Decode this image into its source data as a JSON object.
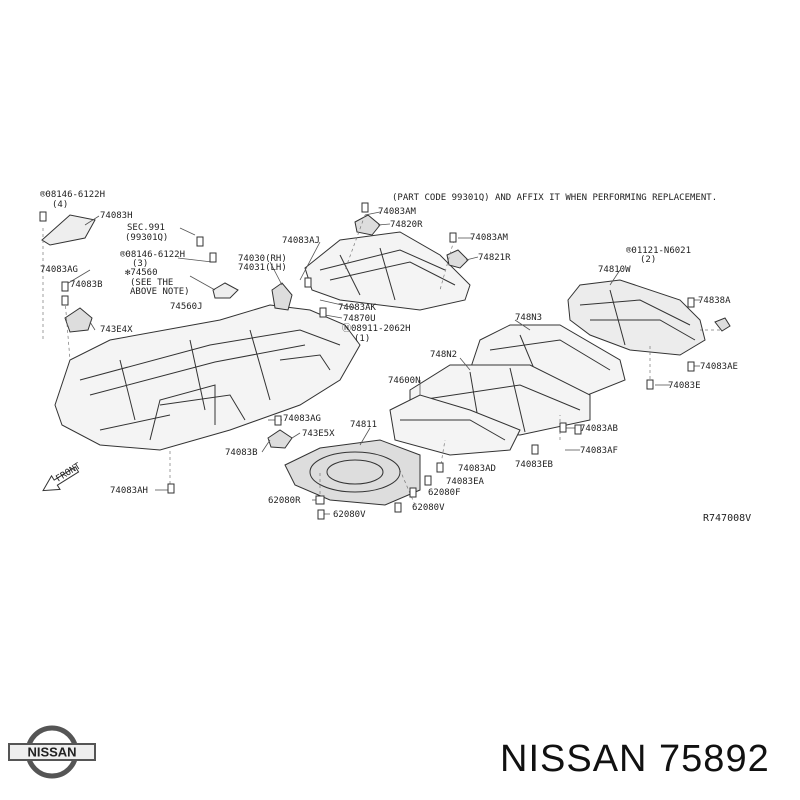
{
  "header_note": "(PART CODE 99301Q) AND AFFIX IT WHEN PERFORMING REPLACEMENT.",
  "diagram_code": "R747008V",
  "front_label": "FRONT",
  "brand": {
    "logo_text": "NISSAN",
    "title": "NISSAN 75892"
  },
  "callouts": {
    "c08146a": "®08146-6122H",
    "c08146a_qty": "(4)",
    "c74083h": "74083H",
    "sec991": "SEC.991",
    "sec991_code": "(99301Q)",
    "c08146b": "®08146-6122H",
    "c08146b_qty": "(3)",
    "c74560": "✻74560",
    "see_note": "(SEE THE",
    "see_note2": "ABOVE NOTE)",
    "c74560j": "74560J",
    "c74083ag_top": "74083AG",
    "c74083b_top": "74083B",
    "c743e4x": "743E4X",
    "c74030": "74030(RH)",
    "c74031": "74031(LH)",
    "c74083aj": "74083AJ",
    "c74083ak": "74083AK",
    "c74870u": "74870U",
    "c08911": "Ⓝ08911-2062H",
    "c08911_qty": "(1)",
    "c74083am_top": "74083AM",
    "c74820r": "74820R",
    "c74083am": "74083AM",
    "c74821r": "74821R",
    "c01121": "®01121-N6021",
    "c01121_qty": "(2)",
    "c74810w": "74810W",
    "c74838a": "74838A",
    "c74083ae": "74083AE",
    "c74083e": "74083E",
    "c748n3": "748N3",
    "c748n2": "748N2",
    "c74600n": "74600N",
    "c74083ab": "74083AB",
    "c74083af": "74083AF",
    "c74083eb": "74083EB",
    "c74811": "74811",
    "c74083ad": "74083AD",
    "c74083ea": "74083EA",
    "c62080f": "62080F",
    "c62080v_r": "62080V",
    "c62080r": "62080R",
    "c62080v_l": "62080V",
    "c74083ag_mid": "74083AG",
    "c743e5x": "743E5X",
    "c74083b_mid": "74083B",
    "c74083ah": "74083AH"
  }
}
